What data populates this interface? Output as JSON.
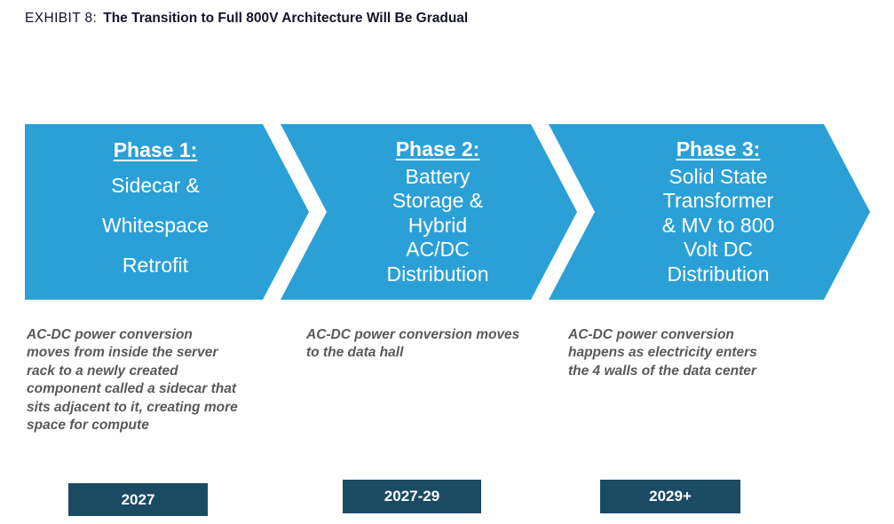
{
  "title": {
    "prefix": "EXHIBIT 8:",
    "text": "The Transition to Full 800V Architecture Will Be Gradual"
  },
  "colors": {
    "arrow_blue": "#2ba0d6",
    "badge_navy": "#1b4a63",
    "description_gray": "#595959",
    "title_dark": "#14142c"
  },
  "phases": [
    {
      "heading": "Phase 1:",
      "lines": "Sidecar &\nWhitespace\nRetrofit",
      "description": "AC-DC power conversion moves from inside the server rack to a newly created component called a sidecar that sits adjacent to it, creating more space for compute",
      "date": "2027"
    },
    {
      "heading": "Phase 2:",
      "lines": "Battery\nStorage &\nHybrid\nAC/DC\nDistribution",
      "description": "AC-DC power conversion moves to the data hall",
      "date": "2027-29"
    },
    {
      "heading": "Phase 3:",
      "lines": "Solid State\nTransformer\n& MV to 800\nVolt DC\nDistribution",
      "description": "AC-DC power conversion happens as electricity enters the 4 walls of the data center",
      "date": "2029+"
    }
  ]
}
